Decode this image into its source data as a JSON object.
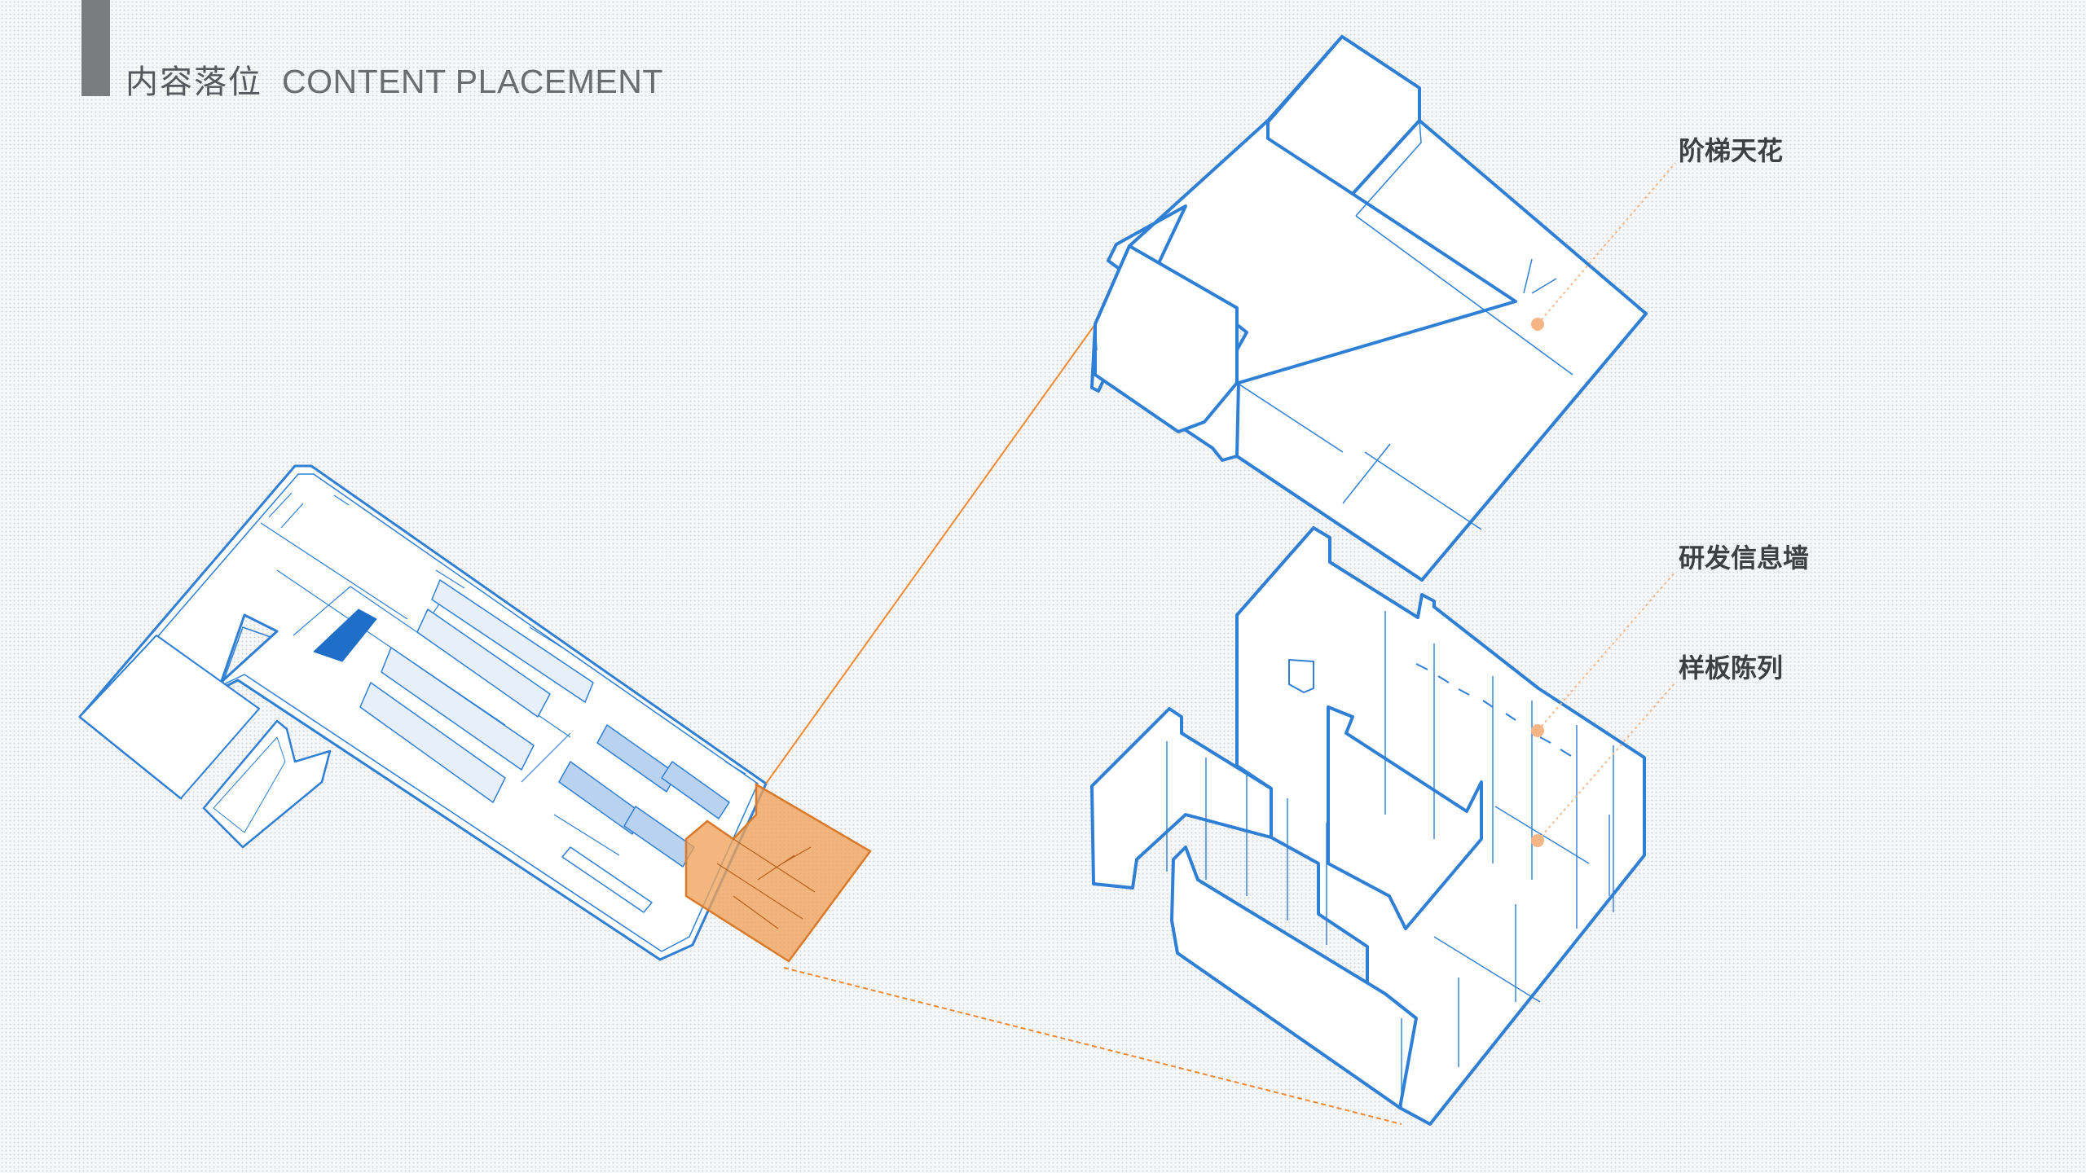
{
  "header": {
    "title_cn": "内容落位",
    "title_en": "CONTENT PLACEMENT"
  },
  "callouts": {
    "ceiling": "阶梯天花",
    "info_wall": "研发信息墙",
    "sample_display": "样板陈列"
  },
  "colors": {
    "line_blue": "#2f7fd4",
    "highlight_orange": "#f0a15a",
    "leader_orange": "#f2b98a",
    "title_bar_gray": "#7a7d80"
  }
}
